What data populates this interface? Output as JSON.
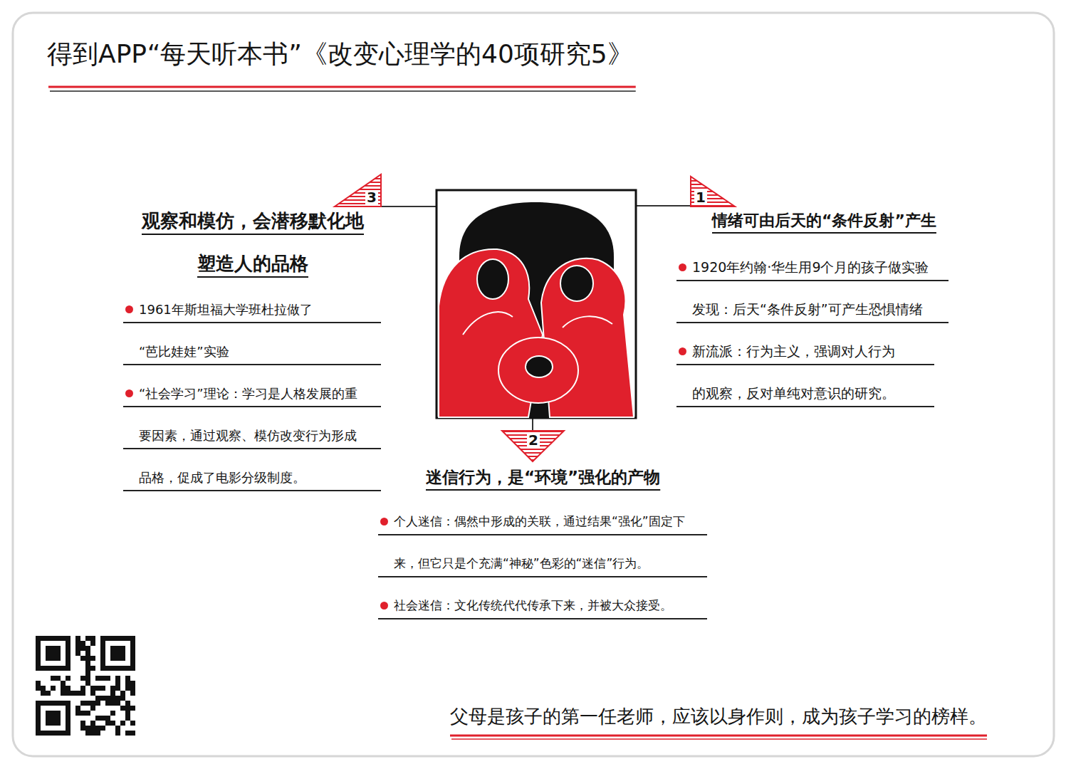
{
  "diagram": {
    "title": "得到APP“每天听本书”《改变心理学的40项研究5》",
    "caption": "父母是孩子的第一任老师，应该以身作则，成为孩子学习的榜样。",
    "nodes": [
      {
        "text": [
          "3"
        ]
      },
      {
        "text": [
          "1"
        ]
      },
      {
        "text": [
          "2"
        ]
      }
    ],
    "labels": [
      "观察和模仿，会潜移默化地 塑造人的品格",
      "1961年斯坦福大学班杜拉做了 “芭比娃娃”实验",
      "“社会学习”理论：学习是人格发展的重 要因素，通过观察、模仿改变行为形成 品格，促成了电影分级制度。",
      "情绪可由后天的“条件反射”产生",
      "1920年约翰·华生用9个月的孩子做实验 发现：后天“条件反射”可产生恐惧情绪",
      "新流派：行为主义，强调对人行为 的观察，反对单纯对意识的研究。",
      "迷信行为，是“环境”强化的产物",
      "个人迷信：偶然中形成的关联，通过结果“强化”固定下 来，但它只是个充满“神秘”色彩的“迷信”行为。",
      "社会迷信：文化传统代代传承下来，并被大众接受。"
    ]
  }
}
